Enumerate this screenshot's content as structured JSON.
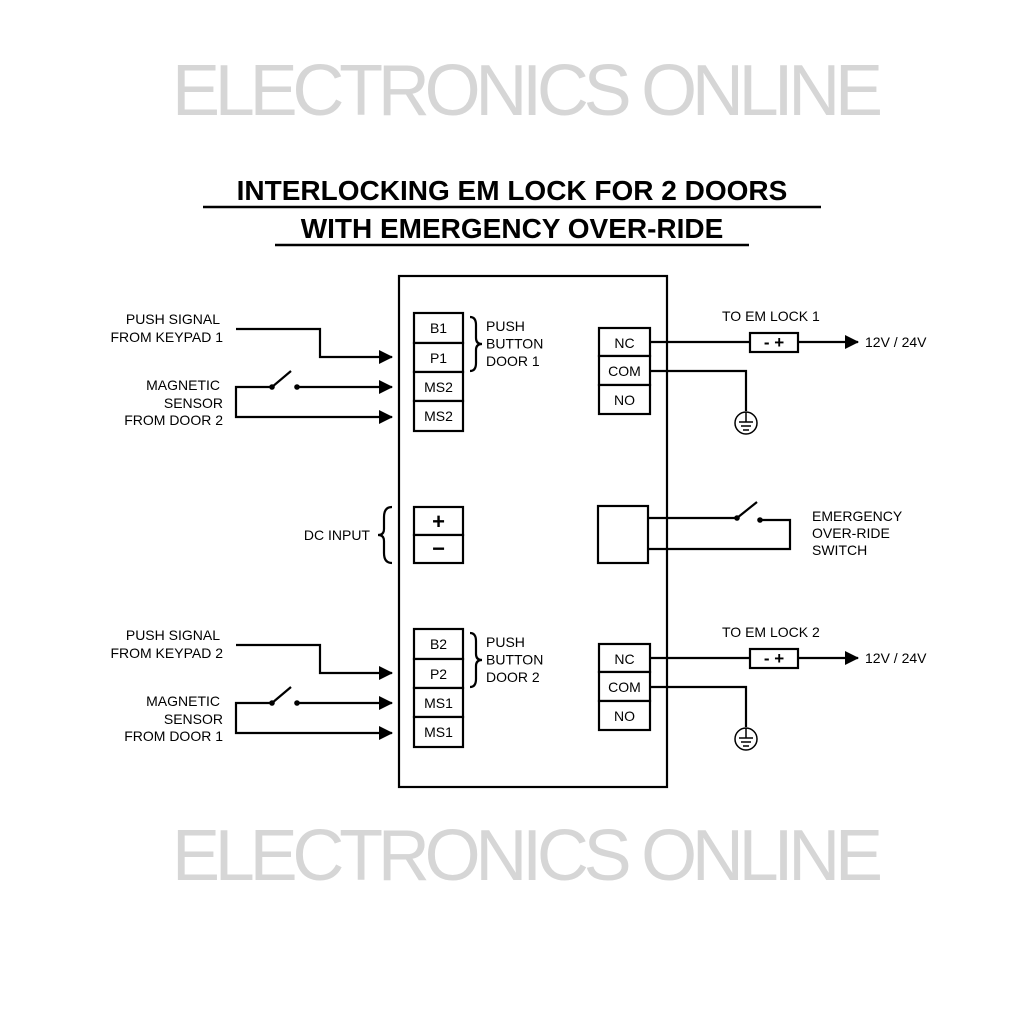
{
  "title": {
    "line1": "INTERLOCKING EM LOCK FOR 2 DOORS",
    "line2": "WITH EMERGENCY OVER-RIDE"
  },
  "watermark": "ELECTRONICS ONLINE",
  "door1": {
    "push_label": [
      "PUSH SIGNAL",
      "FROM KEYPAD 1"
    ],
    "sensor_label": [
      "MAGNETIC",
      "SENSOR",
      "FROM DOOR 2"
    ],
    "terminals": [
      "B1",
      "P1",
      "MS2",
      "MS2"
    ],
    "button_label": [
      "PUSH",
      "BUTTON",
      "DOOR 1"
    ],
    "relay": [
      "NC",
      "COM",
      "NO"
    ],
    "lock_label": "TO EM LOCK 1",
    "lock_polarity": "- +",
    "supply": "12V / 24V"
  },
  "door2": {
    "push_label": [
      "PUSH SIGNAL",
      "FROM KEYPAD 2"
    ],
    "sensor_label": [
      "MAGNETIC",
      "SENSOR",
      "FROM DOOR 1"
    ],
    "terminals": [
      "B2",
      "P2",
      "MS1",
      "MS1"
    ],
    "button_label": [
      "PUSH",
      "BUTTON",
      "DOOR 2"
    ],
    "relay": [
      "NC",
      "COM",
      "NO"
    ],
    "lock_label": "TO EM LOCK 2",
    "lock_polarity": "- +",
    "supply": "12V / 24V"
  },
  "dc": {
    "label": "DC INPUT",
    "plus": "+",
    "minus": "−"
  },
  "override": {
    "label": [
      "EMERGENCY",
      "OVER-RIDE",
      "SWITCH"
    ]
  }
}
